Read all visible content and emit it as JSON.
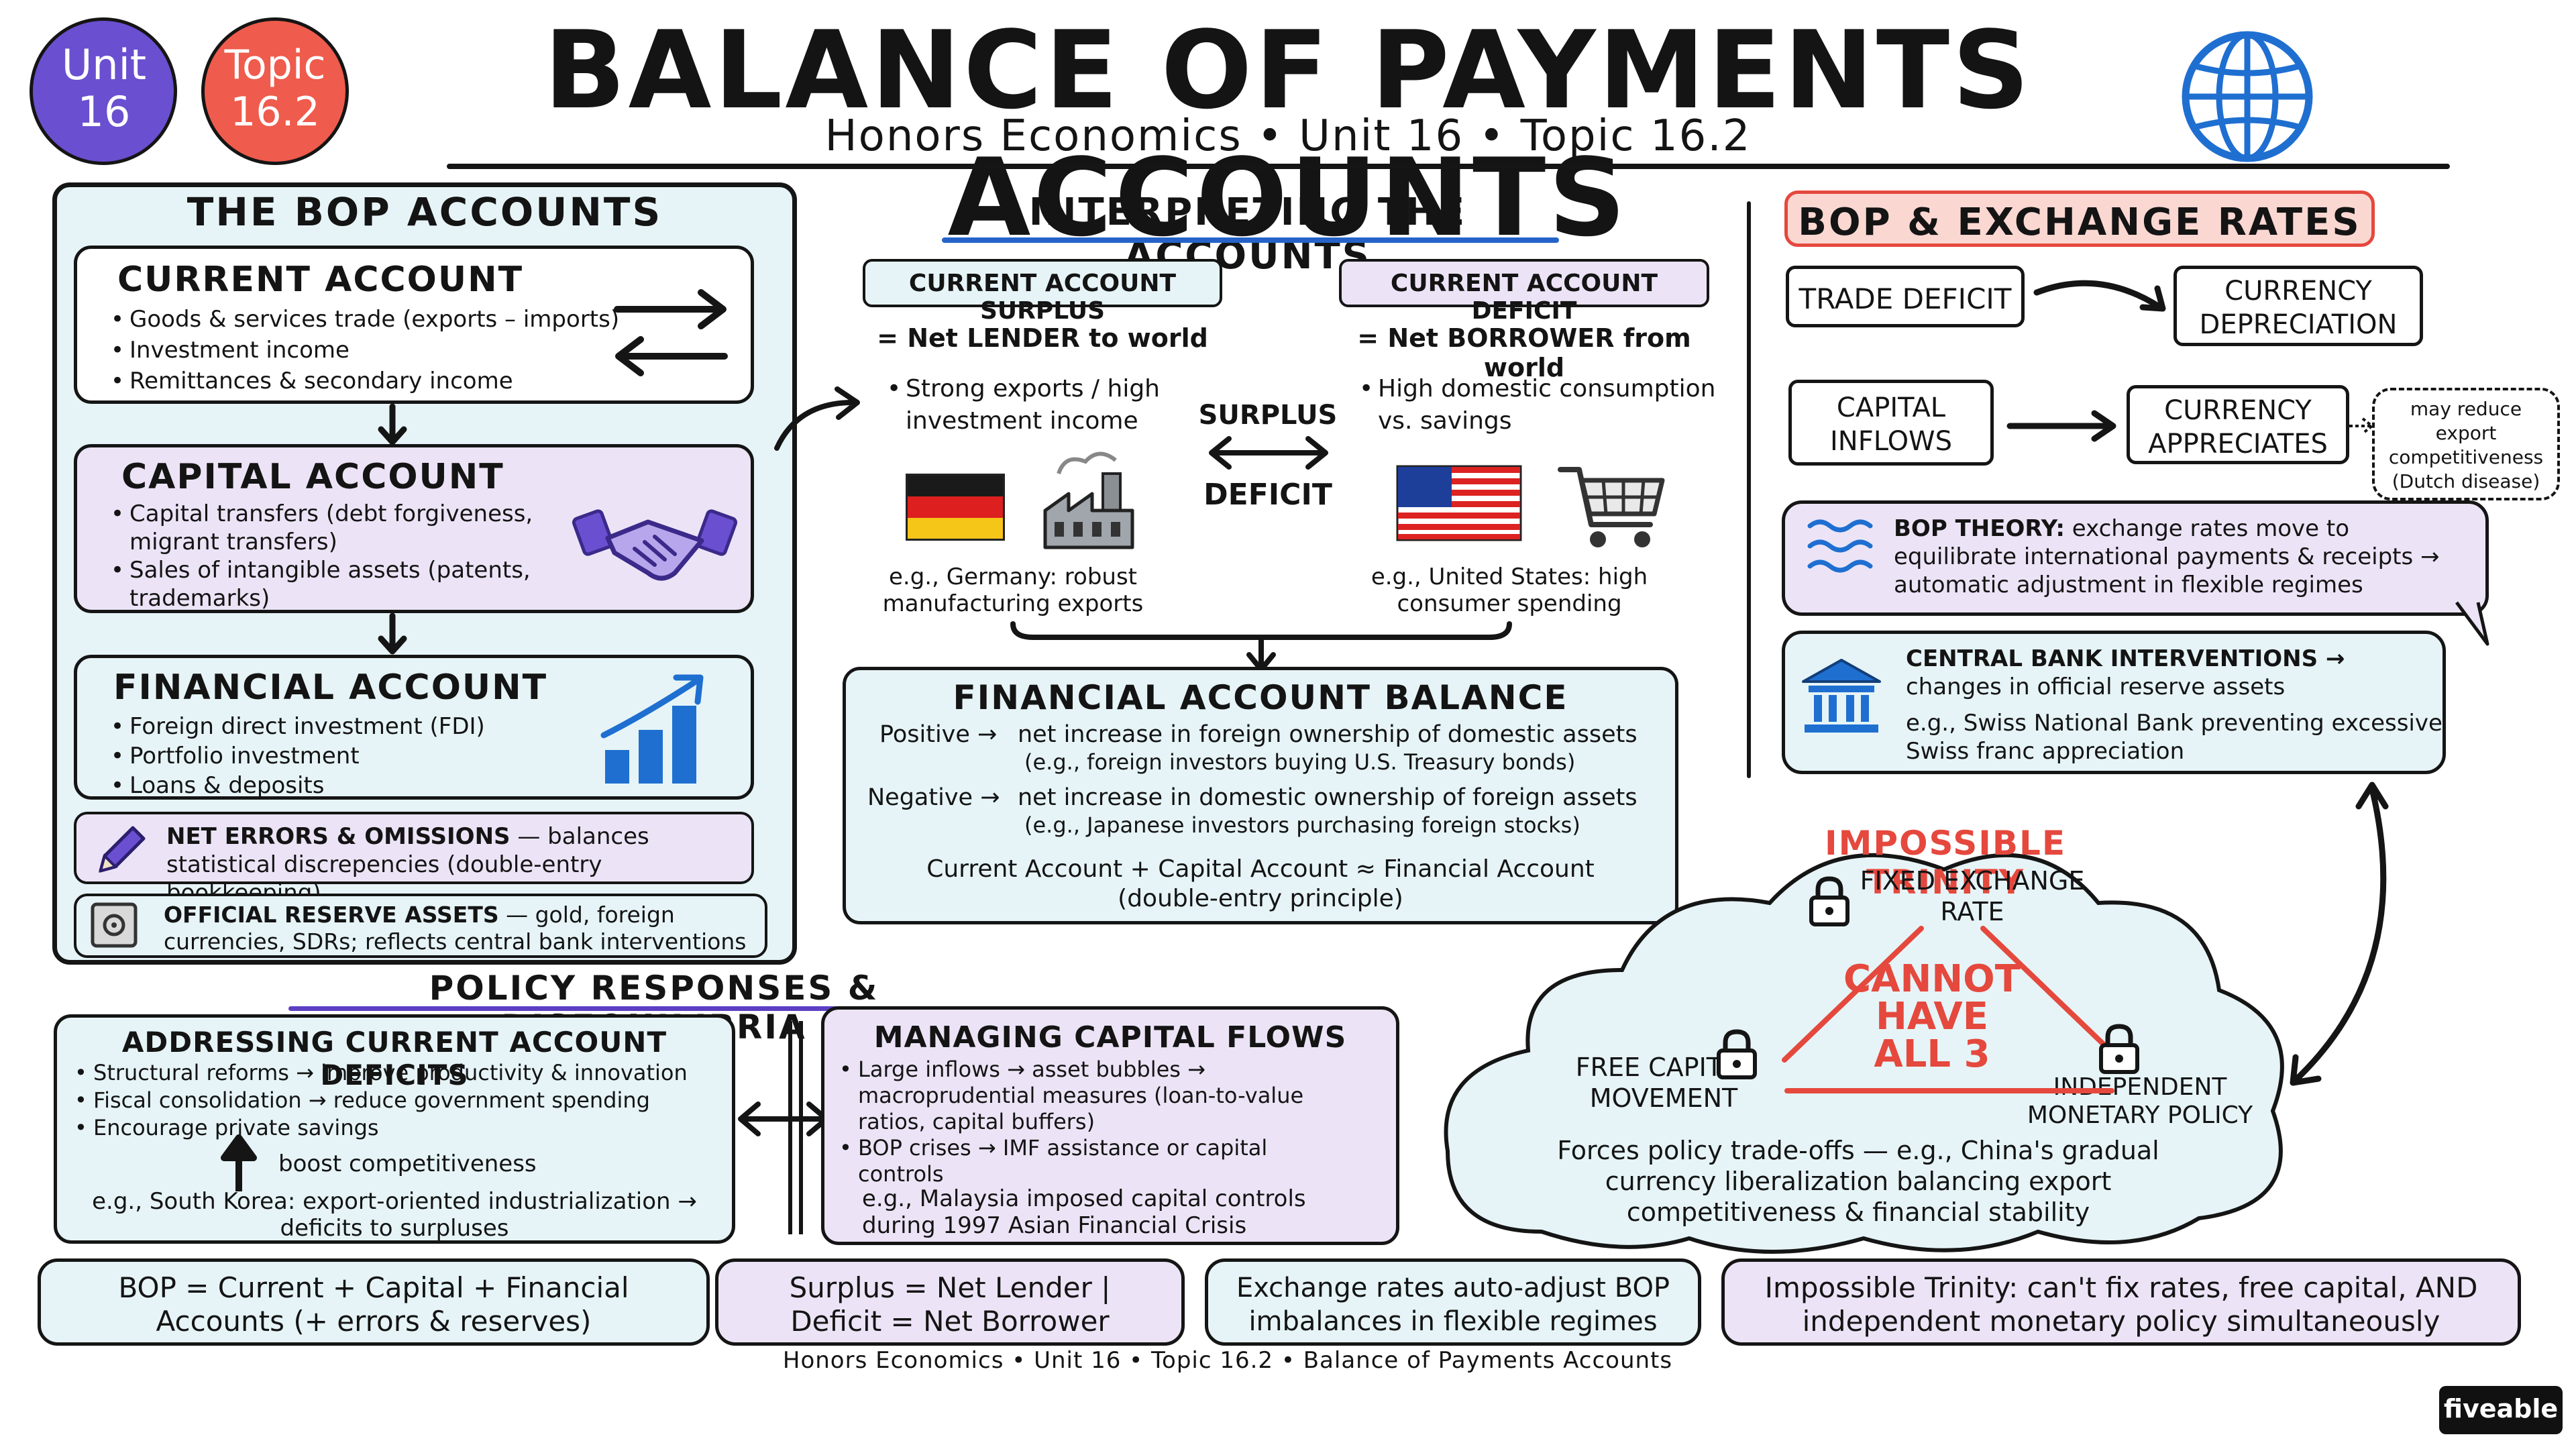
{
  "badges": {
    "unit": "Unit 16",
    "topic": "Topic 16.2"
  },
  "header": {
    "title": "BALANCE OF PAYMENTS ACCOUNTS",
    "subtitle": "Honors Economics • Unit 16 • Topic 16.2"
  },
  "bop_accounts": {
    "title": "THE BOP ACCOUNTS",
    "current": {
      "title": "CURRENT ACCOUNT",
      "items": [
        "Goods & services trade (exports – imports)",
        "Investment income",
        "Remittances & secondary income"
      ]
    },
    "capital": {
      "title": "CAPITAL ACCOUNT",
      "items": [
        "Capital transfers (debt forgiveness, migrant transfers)",
        "Sales of intangible assets (patents, trademarks)"
      ]
    },
    "financial": {
      "title": "FINANCIAL ACCOUNT",
      "items": [
        "Foreign direct investment (FDI)",
        "Portfolio investment",
        "Loans & deposits"
      ]
    },
    "errors": {
      "label": "NET ERRORS & OMISSIONS",
      "text": " — balances statistical discrepencies (double-entry bookkeeping)"
    },
    "reserves": {
      "label": "OFFICIAL RESERVE ASSETS",
      "text": " — gold, foreign currencies, SDRs; reflects central bank interventions"
    }
  },
  "interpreting": {
    "title": "INTERPRETING THE ACCOUNTS",
    "surplus": {
      "tag": "CURRENT ACCOUNT SURPLUS",
      "equals": "= Net LENDER to world",
      "bullet": "Strong exports / high investment income",
      "example": "e.g., Germany: robust manufacturing exports"
    },
    "deficit": {
      "tag": "CURRENT ACCOUNT DEFICIT",
      "equals": "= Net BORROWER from world",
      "bullet": "High domestic consumption vs. savings",
      "example": "e.g., United States: high consumer spending"
    },
    "mid_top": "SURPLUS",
    "mid_bottom": "DEFICIT",
    "fab": {
      "title": "FINANCIAL ACCOUNT BALANCE",
      "pos_label": "Positive →",
      "pos_text": "net increase in foreign ownership of domestic assets",
      "pos_eg": "(e.g., foreign investors buying U.S. Treasury bonds)",
      "neg_label": "Negative →",
      "neg_text": "net increase in domestic ownership of foreign assets",
      "neg_eg": "(e.g., Japanese investors purchasing foreign stocks)",
      "eq": "Current Account + Capital Account ≈ Financial Account",
      "eq2": "(double-entry principle)"
    }
  },
  "exchange": {
    "title": "BOP & EXCHANGE RATES",
    "trade_deficit": "TRADE DEFICIT",
    "currency_depreciation": "CURRENCY DEPRECIATION",
    "capital_inflows": "CAPITAL INFLOWS",
    "currency_appreciates": "CURRENCY APPRECIATES",
    "dutch": "may reduce export competitiveness (Dutch disease)",
    "theory_label": "BOP THEORY:",
    "theory_text": " exchange rates move to equilibrate international payments & receipts → automatic adjustment in flexible regimes",
    "cb_label": "CENTRAL BANK INTERVENTIONS →",
    "cb_text": " changes in official reserve assets",
    "cb_eg": "e.g., Swiss National Bank preventing excessive Swiss franc appreciation"
  },
  "trinity": {
    "title": "IMPOSSIBLE TRINITY",
    "fixed": "FIXED EXCHANGE RATE",
    "free": "FREE CAPITAL MOVEMENT",
    "independent": "INDEPENDENT MONETARY POLICY",
    "center": "CANNOT HAVE ALL 3",
    "note": "Forces policy trade-offs — e.g., China's gradual currency liberalization balancing export competitiveness & financial stability"
  },
  "policy": {
    "title": "POLICY RESPONSES & DISEQUILIBRIA",
    "deficits": {
      "title": "ADDRESSING CURRENT ACCOUNT DEFICITS",
      "items": [
        "Structural reforms → improve productivity & innovation",
        "Fiscal consolidation → reduce government spending",
        "Encourage private savings"
      ],
      "boost": "boost competitiveness",
      "example": "e.g., South Korea: export-oriented industrialization → deficits to surpluses"
    },
    "capital": {
      "title": "MANAGING CAPITAL FLOWS",
      "items": [
        "Large inflows → asset bubbles → macroprudential measures (loan-to-value ratios, capital buffers)",
        "BOP crises → IMF assistance or capital controls"
      ],
      "example": "e.g., Malaysia imposed capital controls during 1997 Asian Financial Crisis"
    }
  },
  "summary": [
    "BOP = Current + Capital + Financial Accounts (+ errors & reserves)",
    "Surplus = Net Lender | Deficit = Net Borrower",
    "Exchange rates auto-adjust BOP imbalances in flexible regimes",
    "Impossible Trinity: can't fix rates, free capital, AND independent monetary policy simultaneously"
  ],
  "footer": "Honors Economics • Unit 16 • Topic 16.2 • Balance of Payments Accounts",
  "brand": "fiveable",
  "colors": {
    "blue": "#2563c9",
    "purple": "#5d3fc4",
    "red": "#e5483d",
    "light_blue": "#e6f4f7",
    "light_purple": "#ece4f6"
  }
}
